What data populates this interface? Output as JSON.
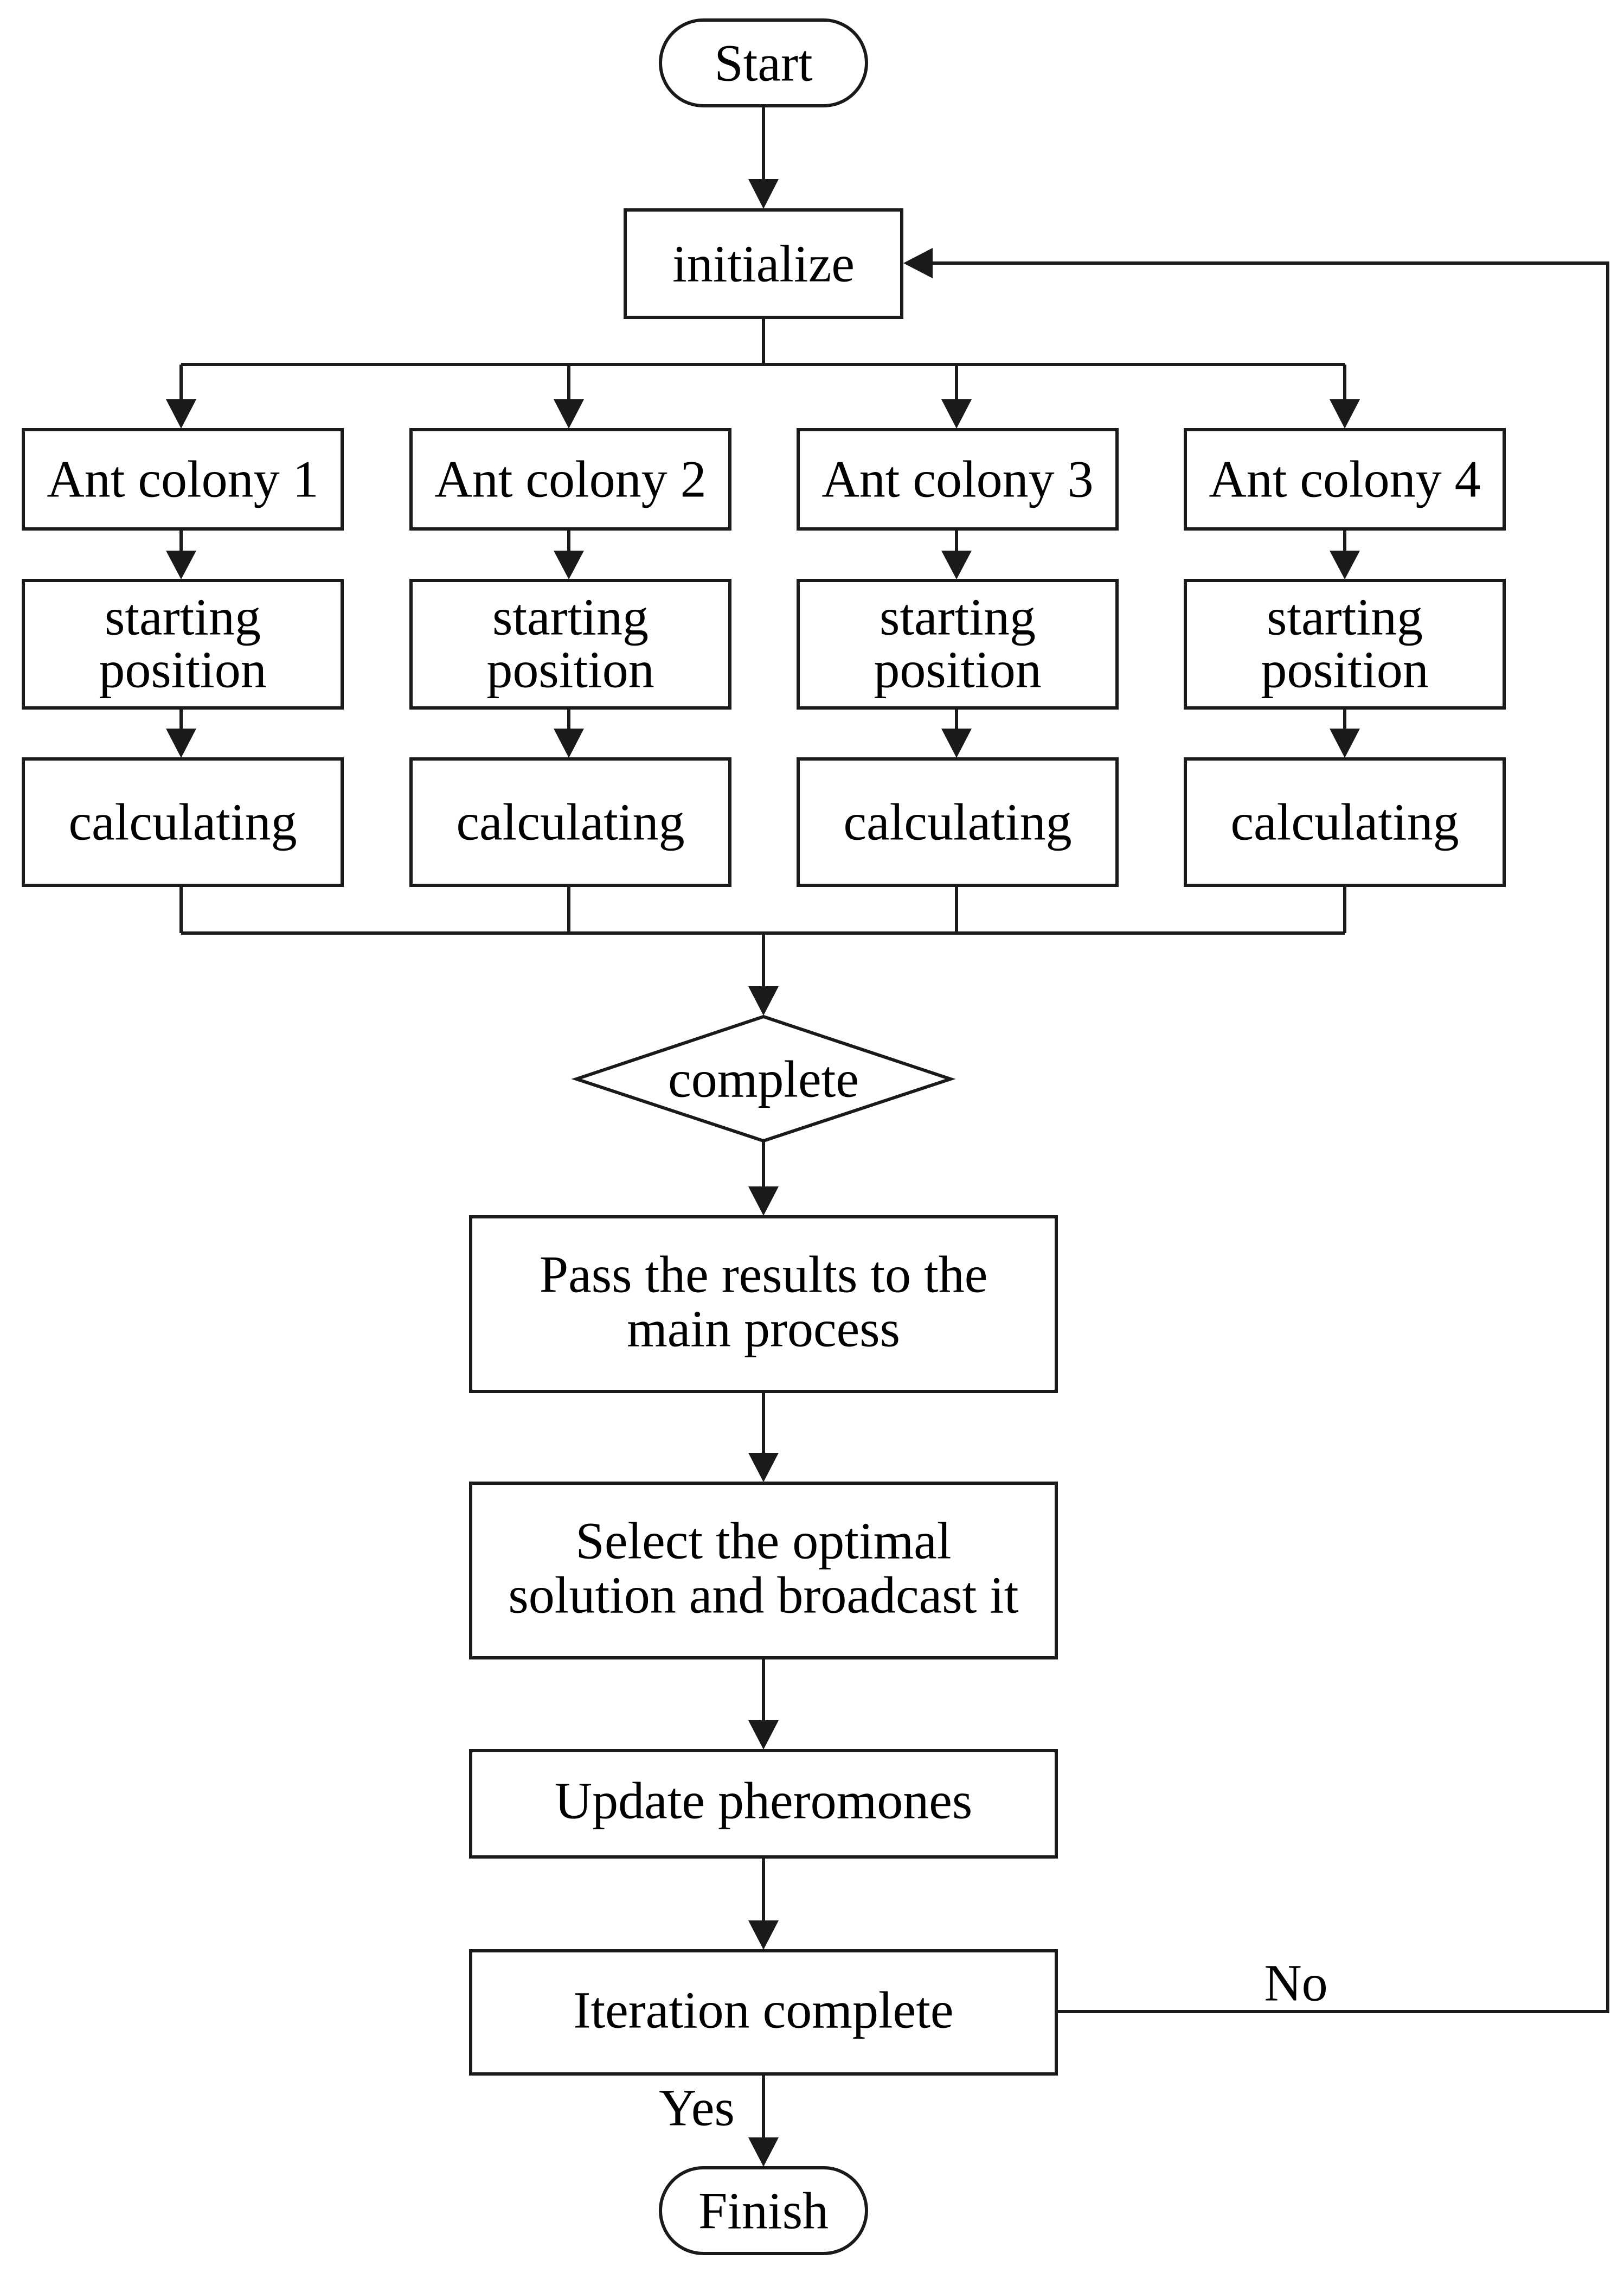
{
  "diagram": {
    "start": "Start",
    "initialize": "initialize",
    "colonies": [
      {
        "name": "Ant colony 1",
        "position": [
          "starting",
          "position"
        ],
        "calc": "calculating"
      },
      {
        "name": "Ant colony 2",
        "position": [
          "starting",
          "position"
        ],
        "calc": "calculating"
      },
      {
        "name": "Ant colony 3",
        "position": [
          "starting",
          "position"
        ],
        "calc": "calculating"
      },
      {
        "name": "Ant colony 4",
        "position": [
          "starting",
          "position"
        ],
        "calc": "calculating"
      }
    ],
    "complete": "complete",
    "pass_results": [
      "Pass the results to the",
      "main process"
    ],
    "select_optimal": [
      "Select the optimal",
      "solution and broadcast it"
    ],
    "update": "Update pheromones",
    "iteration": "Iteration complete",
    "no_label": "No",
    "yes_label": "Yes",
    "finish": "Finish"
  }
}
